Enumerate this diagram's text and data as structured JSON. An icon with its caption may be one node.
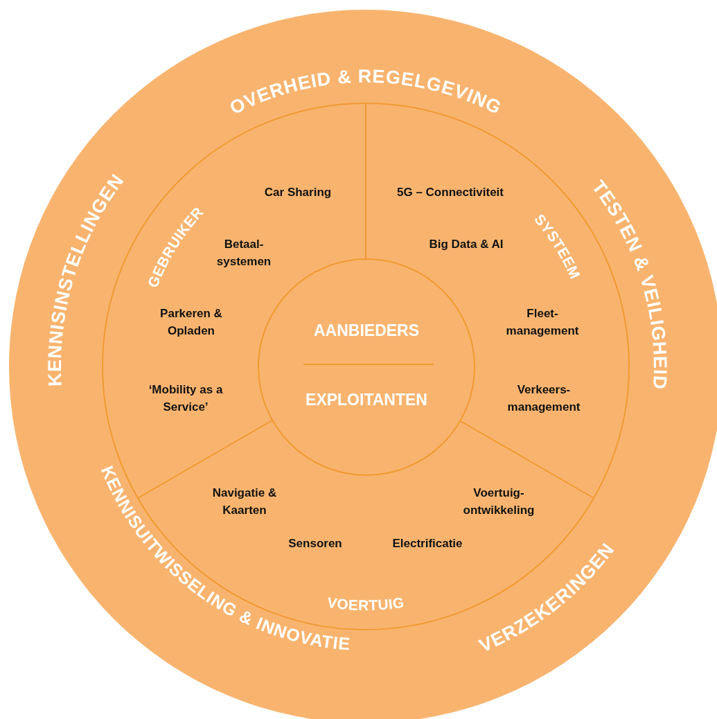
{
  "diagram": {
    "nodes": [
      {
        "text": [
          "OVERHEID & REGELGEVING",
          "KENNISINSTELLINGEN",
          "TESTEN & VEILIGHEID",
          "KENNISUITWISSELING & INNOVATIE",
          "VERZEKERINGEN"
        ]
      },
      {
        "text": [
          "GEBRUIKER",
          "Car Sharing",
          "Betaal- systemen",
          "Parkeren & Opladen",
          "‘Mobility as a Service’"
        ],
        "in": 0
      },
      {
        "text": [
          "SYSTEEM",
          "5G – Connectiviteit",
          "Big Data & AI",
          "Fleet- management",
          "Verkeers- management"
        ],
        "in": 0
      },
      {
        "text": [
          "VOERTUIG",
          "Navigatie & Kaarten",
          "Sensoren",
          "Electrificatie",
          "Voertuig- ontwikkeling"
        ],
        "in": 0
      },
      {
        "text": [
          "AANBIEDERS",
          "EXPLOITANTEN"
        ],
        "in": 0
      }
    ]
  }
}
